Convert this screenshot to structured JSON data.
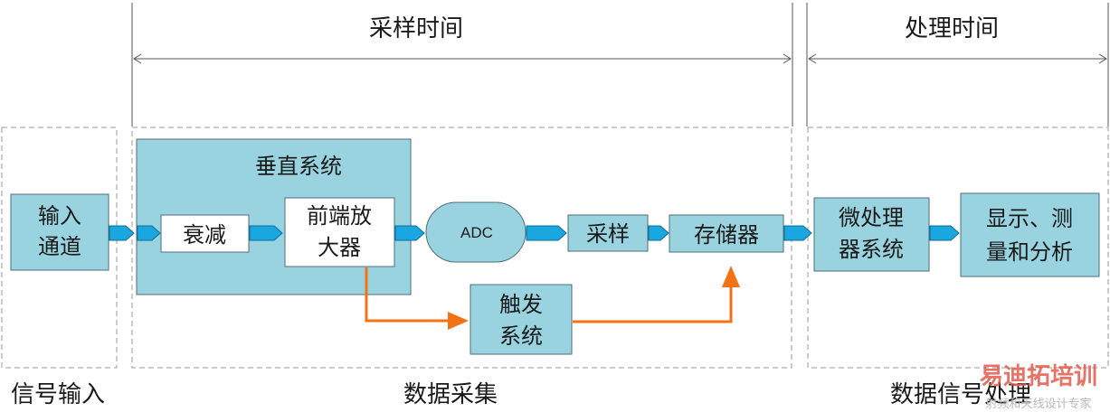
{
  "header": {
    "sampling_time": "采样时间",
    "processing_time": "处理时间"
  },
  "sections": {
    "signal_input": "信号输入",
    "data_acquisition": "数据采集",
    "data_signal_processing": "数据信号处理"
  },
  "blocks": {
    "input_channel": [
      "输入",
      "通道"
    ],
    "vertical_system": "垂直系统",
    "attenuation": "衰减",
    "front_amp": [
      "前端放",
      "大器"
    ],
    "adc": "ADC",
    "sampling": "采样",
    "memory": "存储器",
    "trigger": [
      "触发",
      "系统"
    ],
    "microprocessor": [
      "微处理",
      "器系统"
    ],
    "display": [
      "显示、测",
      "量和分析"
    ]
  },
  "watermark": {
    "brand": "易迪拓培训",
    "tagline": "射频和天线设计专家"
  },
  "colors": {
    "block_fill": "#9ad3e0",
    "block_stroke": "#4d6f7a",
    "connector": "#1aa7e0",
    "trigger_arrow": "#f47216",
    "dashed": "#9a9a9a"
  }
}
